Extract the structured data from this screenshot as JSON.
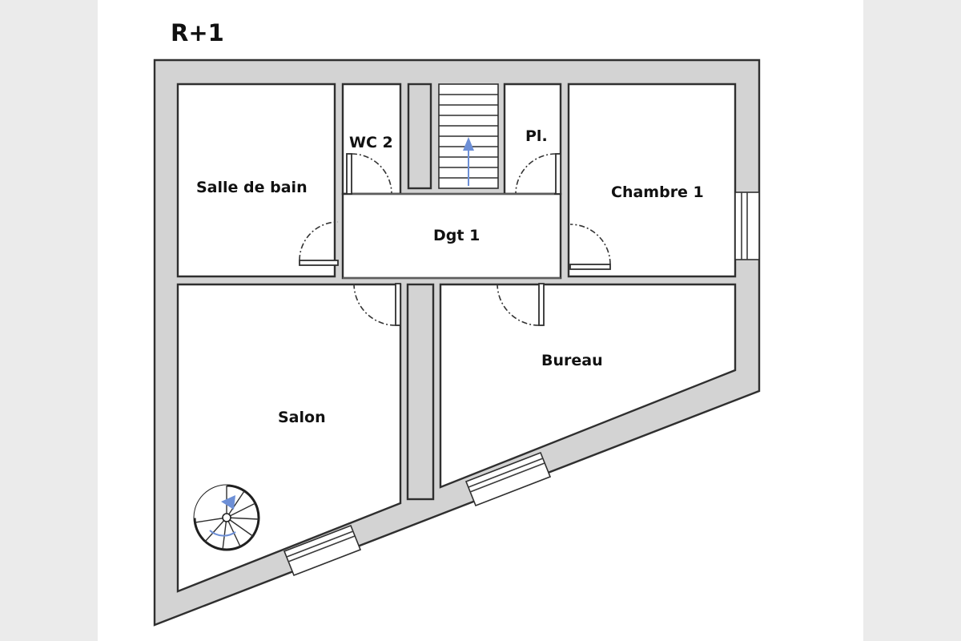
{
  "level": "R+1",
  "rooms": {
    "salle_de_bain": "Salle de bain",
    "wc2": "WC 2",
    "placard": "Pl.",
    "chambre1": "Chambre 1",
    "degagement": "Dgt 1",
    "salon": "Salon",
    "bureau": "Bureau"
  },
  "colors": {
    "wall_fill": "#d3d3d3",
    "line": "#2f2f2f",
    "stair_arrow": "#6d8fd6",
    "page": "#ffffff",
    "margin": "#ebebeb"
  }
}
